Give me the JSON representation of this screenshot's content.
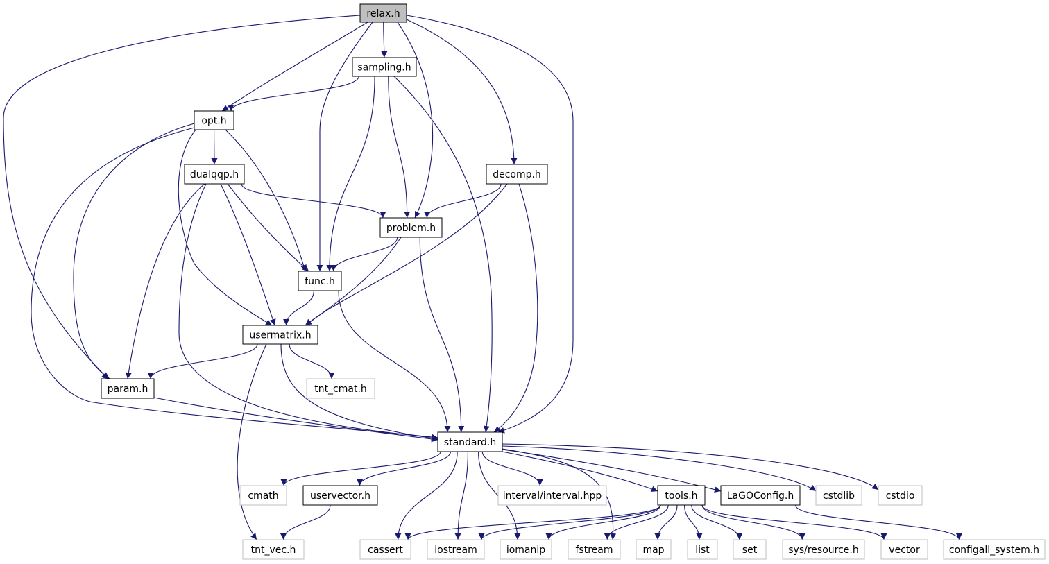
{
  "diagram": {
    "nodes": [
      {
        "id": "relax",
        "label": "relax.h",
        "style": "root"
      },
      {
        "id": "sampling",
        "label": "sampling.h",
        "style": "normal"
      },
      {
        "id": "opt",
        "label": "opt.h",
        "style": "normal"
      },
      {
        "id": "decomp",
        "label": "decomp.h",
        "style": "normal"
      },
      {
        "id": "dualqqp",
        "label": "dualqqp.h",
        "style": "normal"
      },
      {
        "id": "problem",
        "label": "problem.h",
        "style": "normal"
      },
      {
        "id": "func",
        "label": "func.h",
        "style": "normal"
      },
      {
        "id": "usermatrix",
        "label": "usermatrix.h",
        "style": "normal"
      },
      {
        "id": "param",
        "label": "param.h",
        "style": "normal"
      },
      {
        "id": "tnt_cmat",
        "label": "tnt_cmat.h",
        "style": "external"
      },
      {
        "id": "standard",
        "label": "standard.h",
        "style": "normal"
      },
      {
        "id": "cmath",
        "label": "cmath",
        "style": "external"
      },
      {
        "id": "uservector",
        "label": "uservector.h",
        "style": "normal"
      },
      {
        "id": "interval",
        "label": "interval/interval.hpp",
        "style": "external"
      },
      {
        "id": "tools",
        "label": "tools.h",
        "style": "normal"
      },
      {
        "id": "lagoconfig",
        "label": "LaGOConfig.h",
        "style": "normal"
      },
      {
        "id": "cstdlib",
        "label": "cstdlib",
        "style": "external"
      },
      {
        "id": "cstdio",
        "label": "cstdio",
        "style": "external"
      },
      {
        "id": "tnt_vec",
        "label": "tnt_vec.h",
        "style": "external"
      },
      {
        "id": "cassert",
        "label": "cassert",
        "style": "external"
      },
      {
        "id": "iostream",
        "label": "iostream",
        "style": "external"
      },
      {
        "id": "iomanip",
        "label": "iomanip",
        "style": "external"
      },
      {
        "id": "fstream",
        "label": "fstream",
        "style": "external"
      },
      {
        "id": "map",
        "label": "map",
        "style": "external"
      },
      {
        "id": "list",
        "label": "list",
        "style": "external"
      },
      {
        "id": "set",
        "label": "set",
        "style": "external"
      },
      {
        "id": "sysresource",
        "label": "sys/resource.h",
        "style": "external"
      },
      {
        "id": "vector",
        "label": "vector",
        "style": "external"
      },
      {
        "id": "configall",
        "label": "configall_system.h",
        "style": "external"
      }
    ],
    "edges": [
      [
        "relax",
        "sampling"
      ],
      [
        "relax",
        "opt"
      ],
      [
        "relax",
        "func"
      ],
      [
        "relax",
        "problem"
      ],
      [
        "relax",
        "decomp"
      ],
      [
        "relax",
        "param"
      ],
      [
        "relax",
        "standard"
      ],
      [
        "sampling",
        "opt"
      ],
      [
        "sampling",
        "func"
      ],
      [
        "sampling",
        "problem"
      ],
      [
        "sampling",
        "standard"
      ],
      [
        "opt",
        "dualqqp"
      ],
      [
        "opt",
        "func"
      ],
      [
        "opt",
        "usermatrix"
      ],
      [
        "opt",
        "param"
      ],
      [
        "opt",
        "standard"
      ],
      [
        "dualqqp",
        "problem"
      ],
      [
        "dualqqp",
        "func"
      ],
      [
        "dualqqp",
        "usermatrix"
      ],
      [
        "dualqqp",
        "param"
      ],
      [
        "dualqqp",
        "standard"
      ],
      [
        "decomp",
        "problem"
      ],
      [
        "decomp",
        "usermatrix"
      ],
      [
        "decomp",
        "standard"
      ],
      [
        "problem",
        "func"
      ],
      [
        "problem",
        "usermatrix"
      ],
      [
        "problem",
        "standard"
      ],
      [
        "func",
        "usermatrix"
      ],
      [
        "func",
        "standard"
      ],
      [
        "usermatrix",
        "param"
      ],
      [
        "usermatrix",
        "tnt_cmat"
      ],
      [
        "usermatrix",
        "standard"
      ],
      [
        "usermatrix",
        "tnt_vec"
      ],
      [
        "param",
        "standard"
      ],
      [
        "standard",
        "cmath"
      ],
      [
        "standard",
        "uservector"
      ],
      [
        "standard",
        "interval"
      ],
      [
        "standard",
        "tools"
      ],
      [
        "standard",
        "lagoconfig"
      ],
      [
        "standard",
        "cstdlib"
      ],
      [
        "standard",
        "cstdio"
      ],
      [
        "standard",
        "cassert"
      ],
      [
        "standard",
        "iostream"
      ],
      [
        "standard",
        "iomanip"
      ],
      [
        "standard",
        "fstream"
      ],
      [
        "uservector",
        "tnt_vec"
      ],
      [
        "tools",
        "cassert"
      ],
      [
        "tools",
        "iostream"
      ],
      [
        "tools",
        "iomanip"
      ],
      [
        "tools",
        "fstream"
      ],
      [
        "tools",
        "map"
      ],
      [
        "tools",
        "list"
      ],
      [
        "tools",
        "set"
      ],
      [
        "tools",
        "sysresource"
      ],
      [
        "tools",
        "vector"
      ],
      [
        "lagoconfig",
        "configall"
      ]
    ]
  },
  "colors": {
    "edge": "#191970",
    "root_fill": "#bfbfbf",
    "normal_border": "#000000",
    "external_border": "#bfbfbf",
    "external_text": "#000000"
  }
}
